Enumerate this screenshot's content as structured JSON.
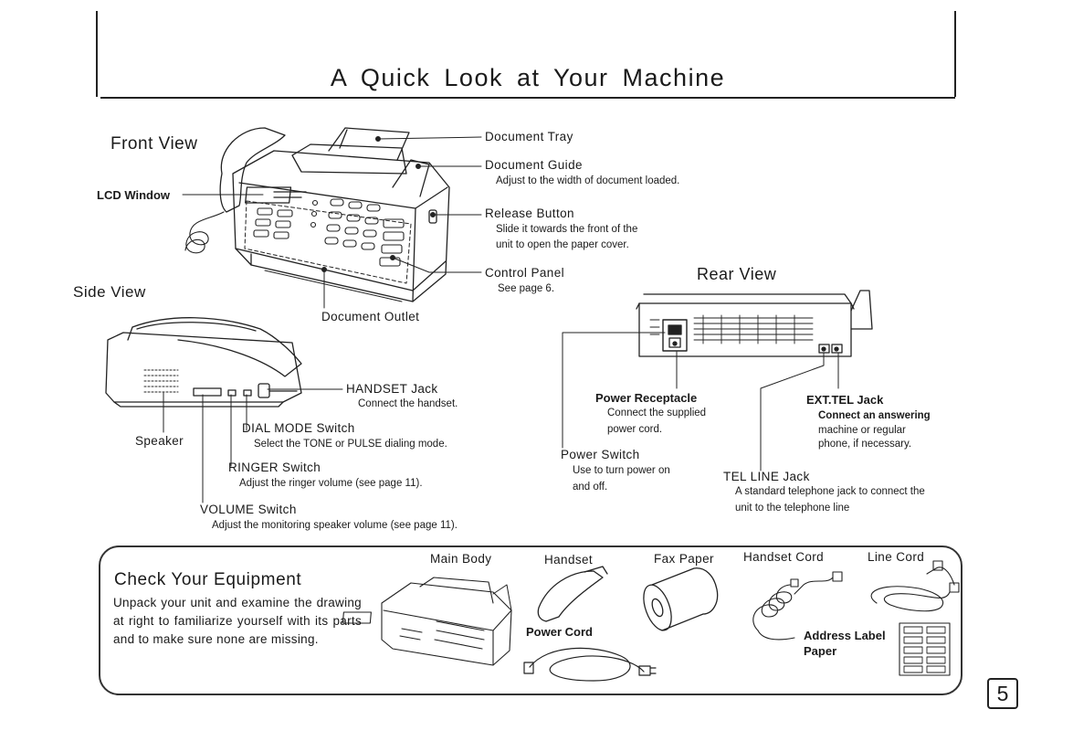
{
  "page": {
    "title": "A Quick Look at Your Machine",
    "page_number": "5"
  },
  "front_view": {
    "heading": "Front View",
    "lcd_window": "LCD Window",
    "document_tray": "Document Tray",
    "document_guide": "Document Guide",
    "document_guide_desc": "Adjust to the width of document loaded.",
    "release_button": "Release Button",
    "release_button_desc_1": "Slide it towards the front of the",
    "release_button_desc_2": "unit to open the paper cover.",
    "control_panel": "Control Panel",
    "control_panel_desc": "See page 6.",
    "document_outlet": "Document Outlet"
  },
  "side_view": {
    "heading": "Side View",
    "handset_jack": "HANDSET Jack",
    "handset_jack_desc": "Connect the handset.",
    "speaker": "Speaker",
    "dial_mode_switch": "DIAL MODE Switch",
    "dial_mode_desc": "Select the TONE or PULSE dialing mode.",
    "ringer_switch": "RINGER Switch",
    "ringer_desc": "Adjust the ringer volume (see page 11).",
    "volume_switch": "VOLUME Switch",
    "volume_desc": "Adjust the monitoring speaker volume (see page 11)."
  },
  "rear_view": {
    "heading": "Rear View",
    "power_receptacle": "Power Receptacle",
    "power_receptacle_desc_1": "Connect the supplied",
    "power_receptacle_desc_2": "power cord.",
    "ext_tel_jack": "EXT.TEL Jack",
    "ext_tel_desc_1": "Connect an answering",
    "ext_tel_desc_2": "machine or regular",
    "ext_tel_desc_3": "phone, if necessary.",
    "power_switch": "Power Switch",
    "power_switch_desc_1": "Use to turn power on",
    "power_switch_desc_2": "and off.",
    "tel_line_jack": "TEL LINE Jack",
    "tel_line_desc_1": "A standard telephone jack to connect the",
    "tel_line_desc_2": "unit to the telephone line"
  },
  "equipment": {
    "heading": "Check Your Equipment",
    "description": "Unpack your unit and examine the drawing at right to familiarize yourself with its parts and to make sure none are missing.",
    "main_body": "Main Body",
    "handset": "Handset",
    "fax_paper": "Fax Paper",
    "handset_cord": "Handset Cord",
    "line_cord": "Line Cord",
    "power_cord": "Power Cord",
    "address_label_1": "Address Label",
    "address_label_2": "Paper"
  }
}
